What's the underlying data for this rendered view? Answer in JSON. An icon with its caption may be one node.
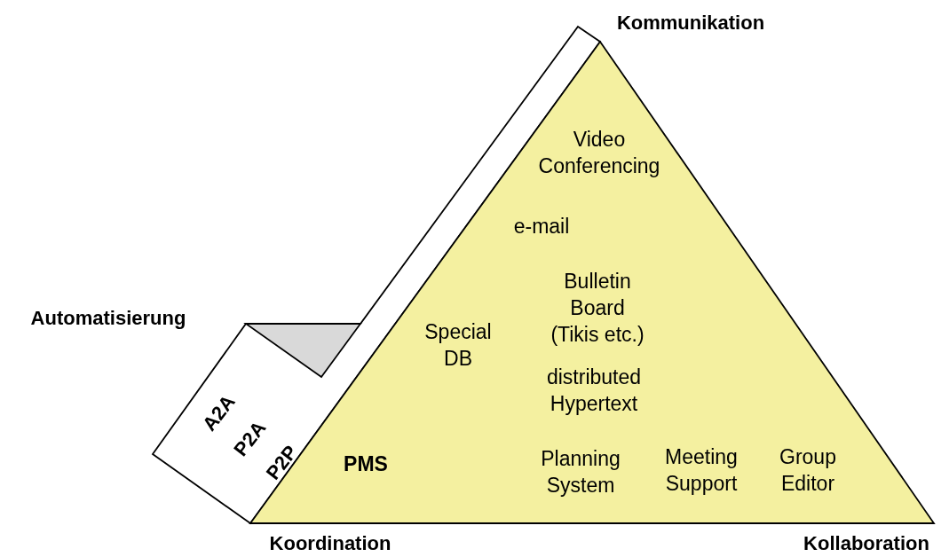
{
  "diagram": {
    "nodes": [
      {
        "text": [
          "Video Conferencing",
          "e-mail",
          "Bulletin Board (Tikis etc.)",
          "Special DB",
          "distributed Hypertext",
          "PMS",
          "Planning System",
          "Meeting Support",
          "Group Editor"
        ]
      },
      {
        "text": [
          "A2A",
          "P2A",
          "P2P"
        ]
      }
    ],
    "edges": [],
    "labels": [
      "Kommunikation",
      "Automatisierung",
      "Koordination",
      "Kollaboration"
    ]
  }
}
